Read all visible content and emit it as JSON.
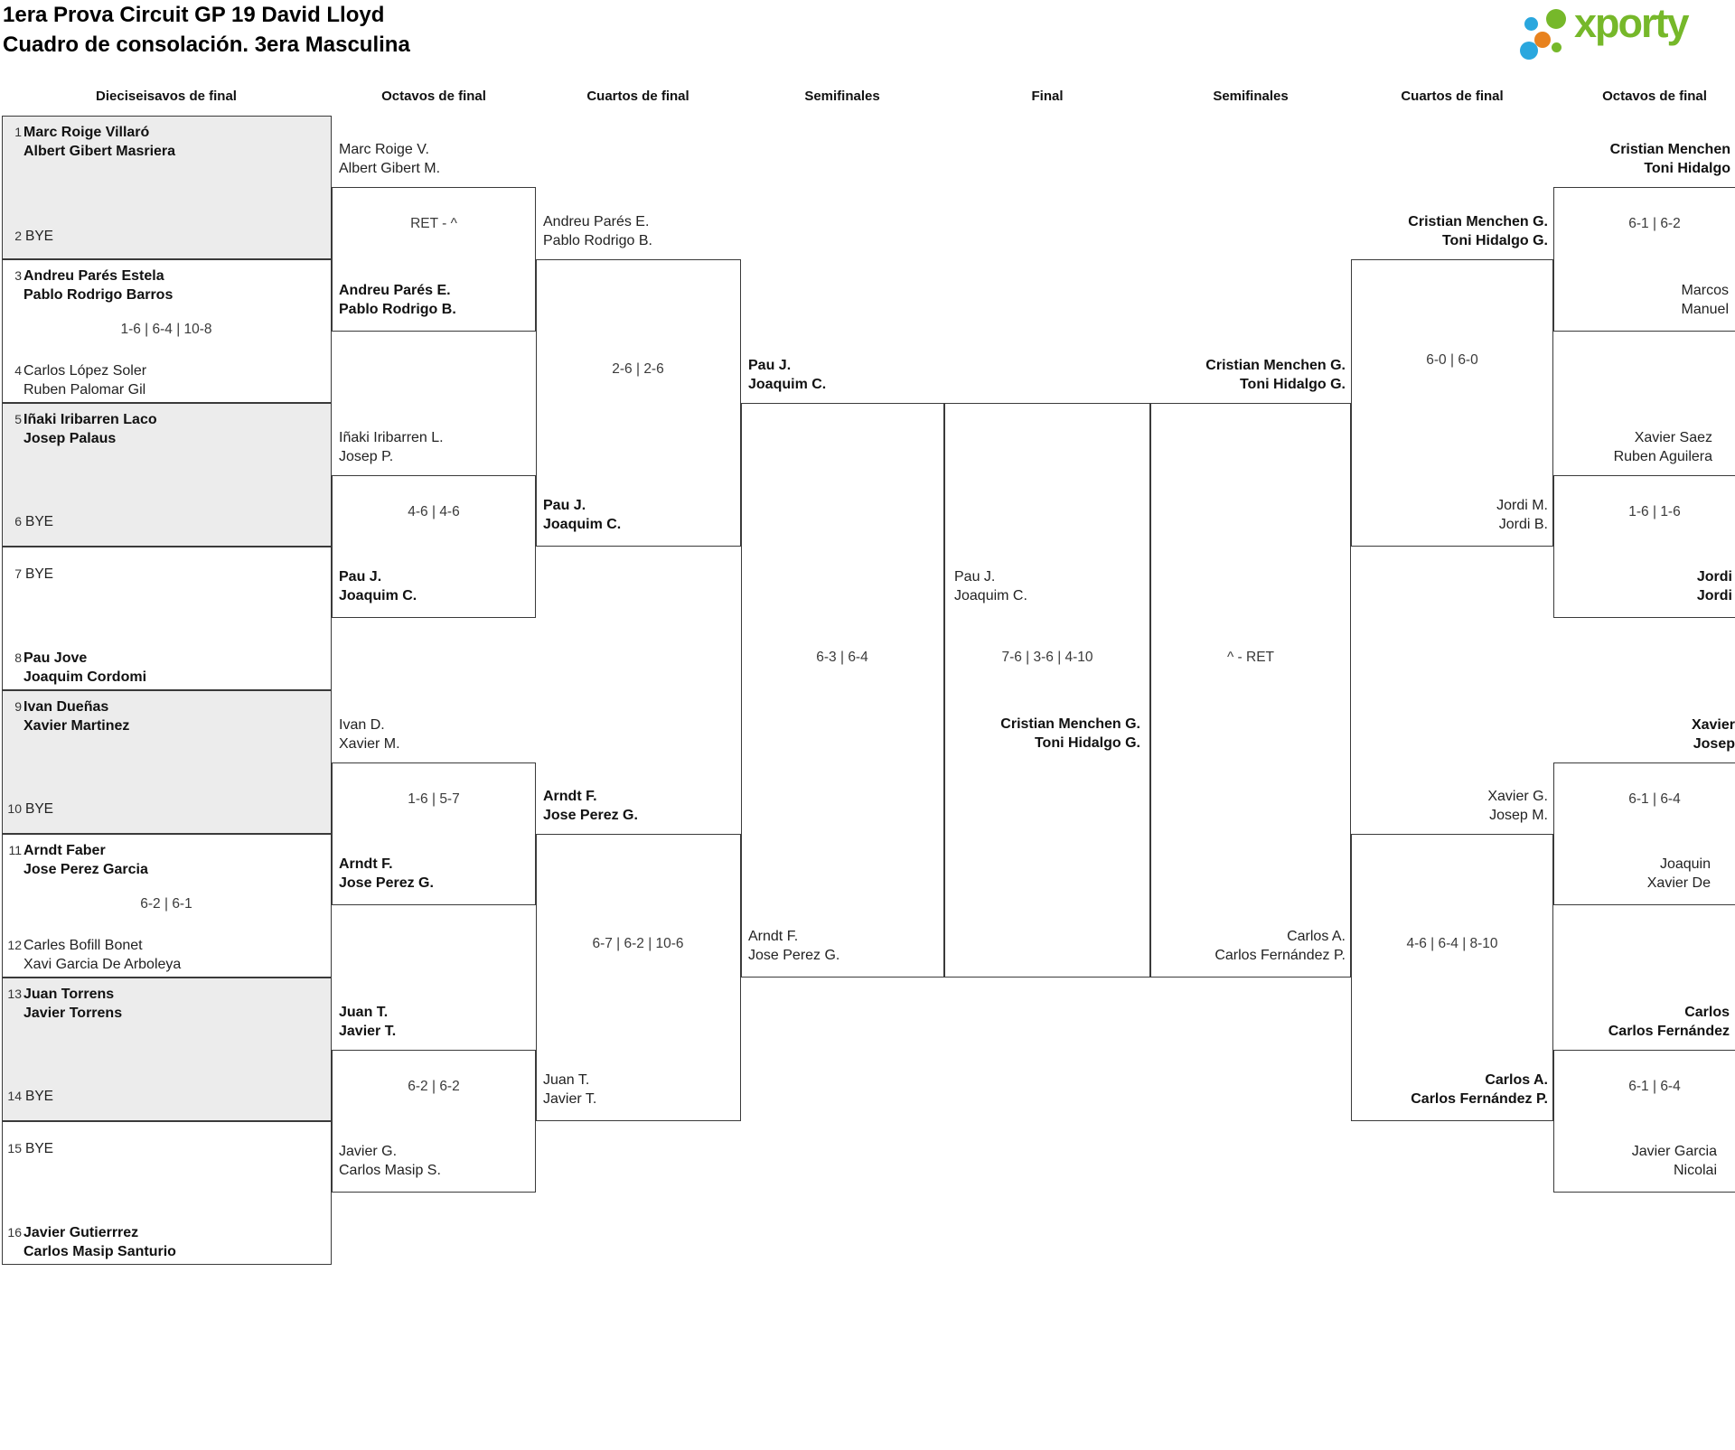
{
  "meta": {
    "title_line1": "1era Prova Circuit GP 19 David Lloyd",
    "title_line2": "Cuadro de consolación. 3era Masculina"
  },
  "logo": {
    "brand": "xporty",
    "green": "#76b82a",
    "blue": "#2aa7de",
    "orange": "#e8821e"
  },
  "round_headers": {
    "h1": "Dieciseisavos de final",
    "h2": "Octavos de final",
    "h3": "Cuartos de final",
    "h4": "Semifinales",
    "h5": "Final",
    "h6": "Semifinales",
    "h7": "Cuartos de final",
    "h8": "Octavos de final"
  },
  "r32": {
    "m1": {
      "seed_a": "1",
      "a1": "Marc Roige Villaró",
      "a2": "Albert Gibert Masriera",
      "seed_b": "2",
      "bye_b": "BYE"
    },
    "m2": {
      "seed_a": "3",
      "a1": "Andreu Parés Estela",
      "a2": "Pablo Rodrigo Barros",
      "score": "1-6 | 6-4 | 10-8",
      "seed_b": "4",
      "b1": "Carlos López Soler",
      "b2": "Ruben Palomar Gil"
    },
    "m3": {
      "seed_a": "5",
      "a1": "Iñaki Iribarren Laco",
      "a2": "Josep Palaus",
      "seed_b": "6",
      "bye_b": "BYE"
    },
    "m4": {
      "seed_a": "7",
      "bye_a": "BYE",
      "seed_b": "8",
      "b1": "Pau Jove",
      "b2": "Joaquim Cordomi"
    },
    "m5": {
      "seed_a": "9",
      "a1": "Ivan Dueñas",
      "a2": "Xavier Martinez",
      "seed_b": "10",
      "bye_b": "BYE"
    },
    "m6": {
      "seed_a": "11",
      "a1": "Arndt Faber",
      "a2": "Jose Perez Garcia",
      "score": "6-2 | 6-1",
      "seed_b": "12",
      "b1": "Carles Bofill Bonet",
      "b2": "Xavi Garcia De Arboleya"
    },
    "m7": {
      "seed_a": "13",
      "a1": "Juan Torrens",
      "a2": "Javier Torrens",
      "seed_b": "14",
      "bye_b": "BYE"
    },
    "m8": {
      "seed_a": "15",
      "bye_a": "BYE",
      "seed_b": "16",
      "b1": "Javier Gutierrrez",
      "b2": "Carlos Masip Santurio"
    }
  },
  "r16_left": {
    "m1": {
      "a1": "Marc Roige V.",
      "a2": "Albert Gibert M.",
      "score": "RET - ^",
      "b1": "Andreu Parés E.",
      "b2": "Pablo Rodrigo B."
    },
    "m2": {
      "a1": "Iñaki Iribarren L.",
      "a2": "Josep P.",
      "score": "4-6 | 4-6",
      "b1": "Pau J.",
      "b2": "Joaquim C."
    },
    "m3": {
      "a1": "Ivan D.",
      "a2": "Xavier M.",
      "score": "1-6 | 5-7",
      "b1": "Arndt F.",
      "b2": "Jose Perez G."
    },
    "m4": {
      "a1": "Juan T.",
      "a2": "Javier T.",
      "score": "6-2 | 6-2",
      "b1": "Javier G.",
      "b2": "Carlos Masip S."
    }
  },
  "qf_left": {
    "m1": {
      "a1": "Andreu Parés E.",
      "a2": "Pablo Rodrigo B.",
      "score": "2-6 | 2-6",
      "b1": "Pau J.",
      "b2": "Joaquim C."
    },
    "m2": {
      "a1": "Arndt F.",
      "a2": "Jose Perez G.",
      "score": "6-7 | 6-2 | 10-6",
      "b1": "Juan T.",
      "b2": "Javier T."
    }
  },
  "sf_left": {
    "a1": "Pau J.",
    "a2": "Joaquim C.",
    "score": "6-3 | 6-4",
    "b1": "Arndt F.",
    "b2": "Jose Perez G."
  },
  "final": {
    "a1": "Pau J.",
    "a2": "Joaquim C.",
    "score": "7-6 | 3-6 | 4-10",
    "b1": "Cristian Menchen G.",
    "b2": "Toni Hidalgo G."
  },
  "sf_right": {
    "a1": "Cristian Menchen G.",
    "a2": "Toni Hidalgo G.",
    "score": "^ - RET",
    "b1": "Carlos A.",
    "b2": "Carlos Fernández P."
  },
  "qf_right": {
    "m1": {
      "a1": "Cristian Menchen G.",
      "a2": "Toni Hidalgo G.",
      "score": "6-0 | 6-0",
      "b1": "Jordi M.",
      "b2": "Jordi B."
    },
    "m2": {
      "a1": "Xavier G.",
      "a2": "Josep M.",
      "score": "4-6 | 6-4 | 8-10",
      "b1": "Carlos A.",
      "b2": "Carlos Fernández P."
    }
  },
  "r16_right": {
    "m1": {
      "a1": "Cristian Menchen",
      "a2": "Toni Hidalgo",
      "score": "6-1 | 6-2",
      "b1": "Marcos",
      "b2": "Manuel"
    },
    "m2": {
      "a1": "Xavier Saez",
      "a2": "Ruben Aguilera",
      "score": "1-6 | 1-6",
      "b1": "Jordi",
      "b2": "Jordi"
    },
    "m3": {
      "a1": "Xavier",
      "a2": "Josep",
      "score": "6-1 | 6-4",
      "b1": "Joaquin",
      "b2": "Xavier De"
    },
    "m4": {
      "a1": "Carlos",
      "a2": "Carlos Fernández",
      "score": "6-1 | 6-4",
      "b1": "Javier Garcia",
      "b2": "Nicolai"
    }
  }
}
